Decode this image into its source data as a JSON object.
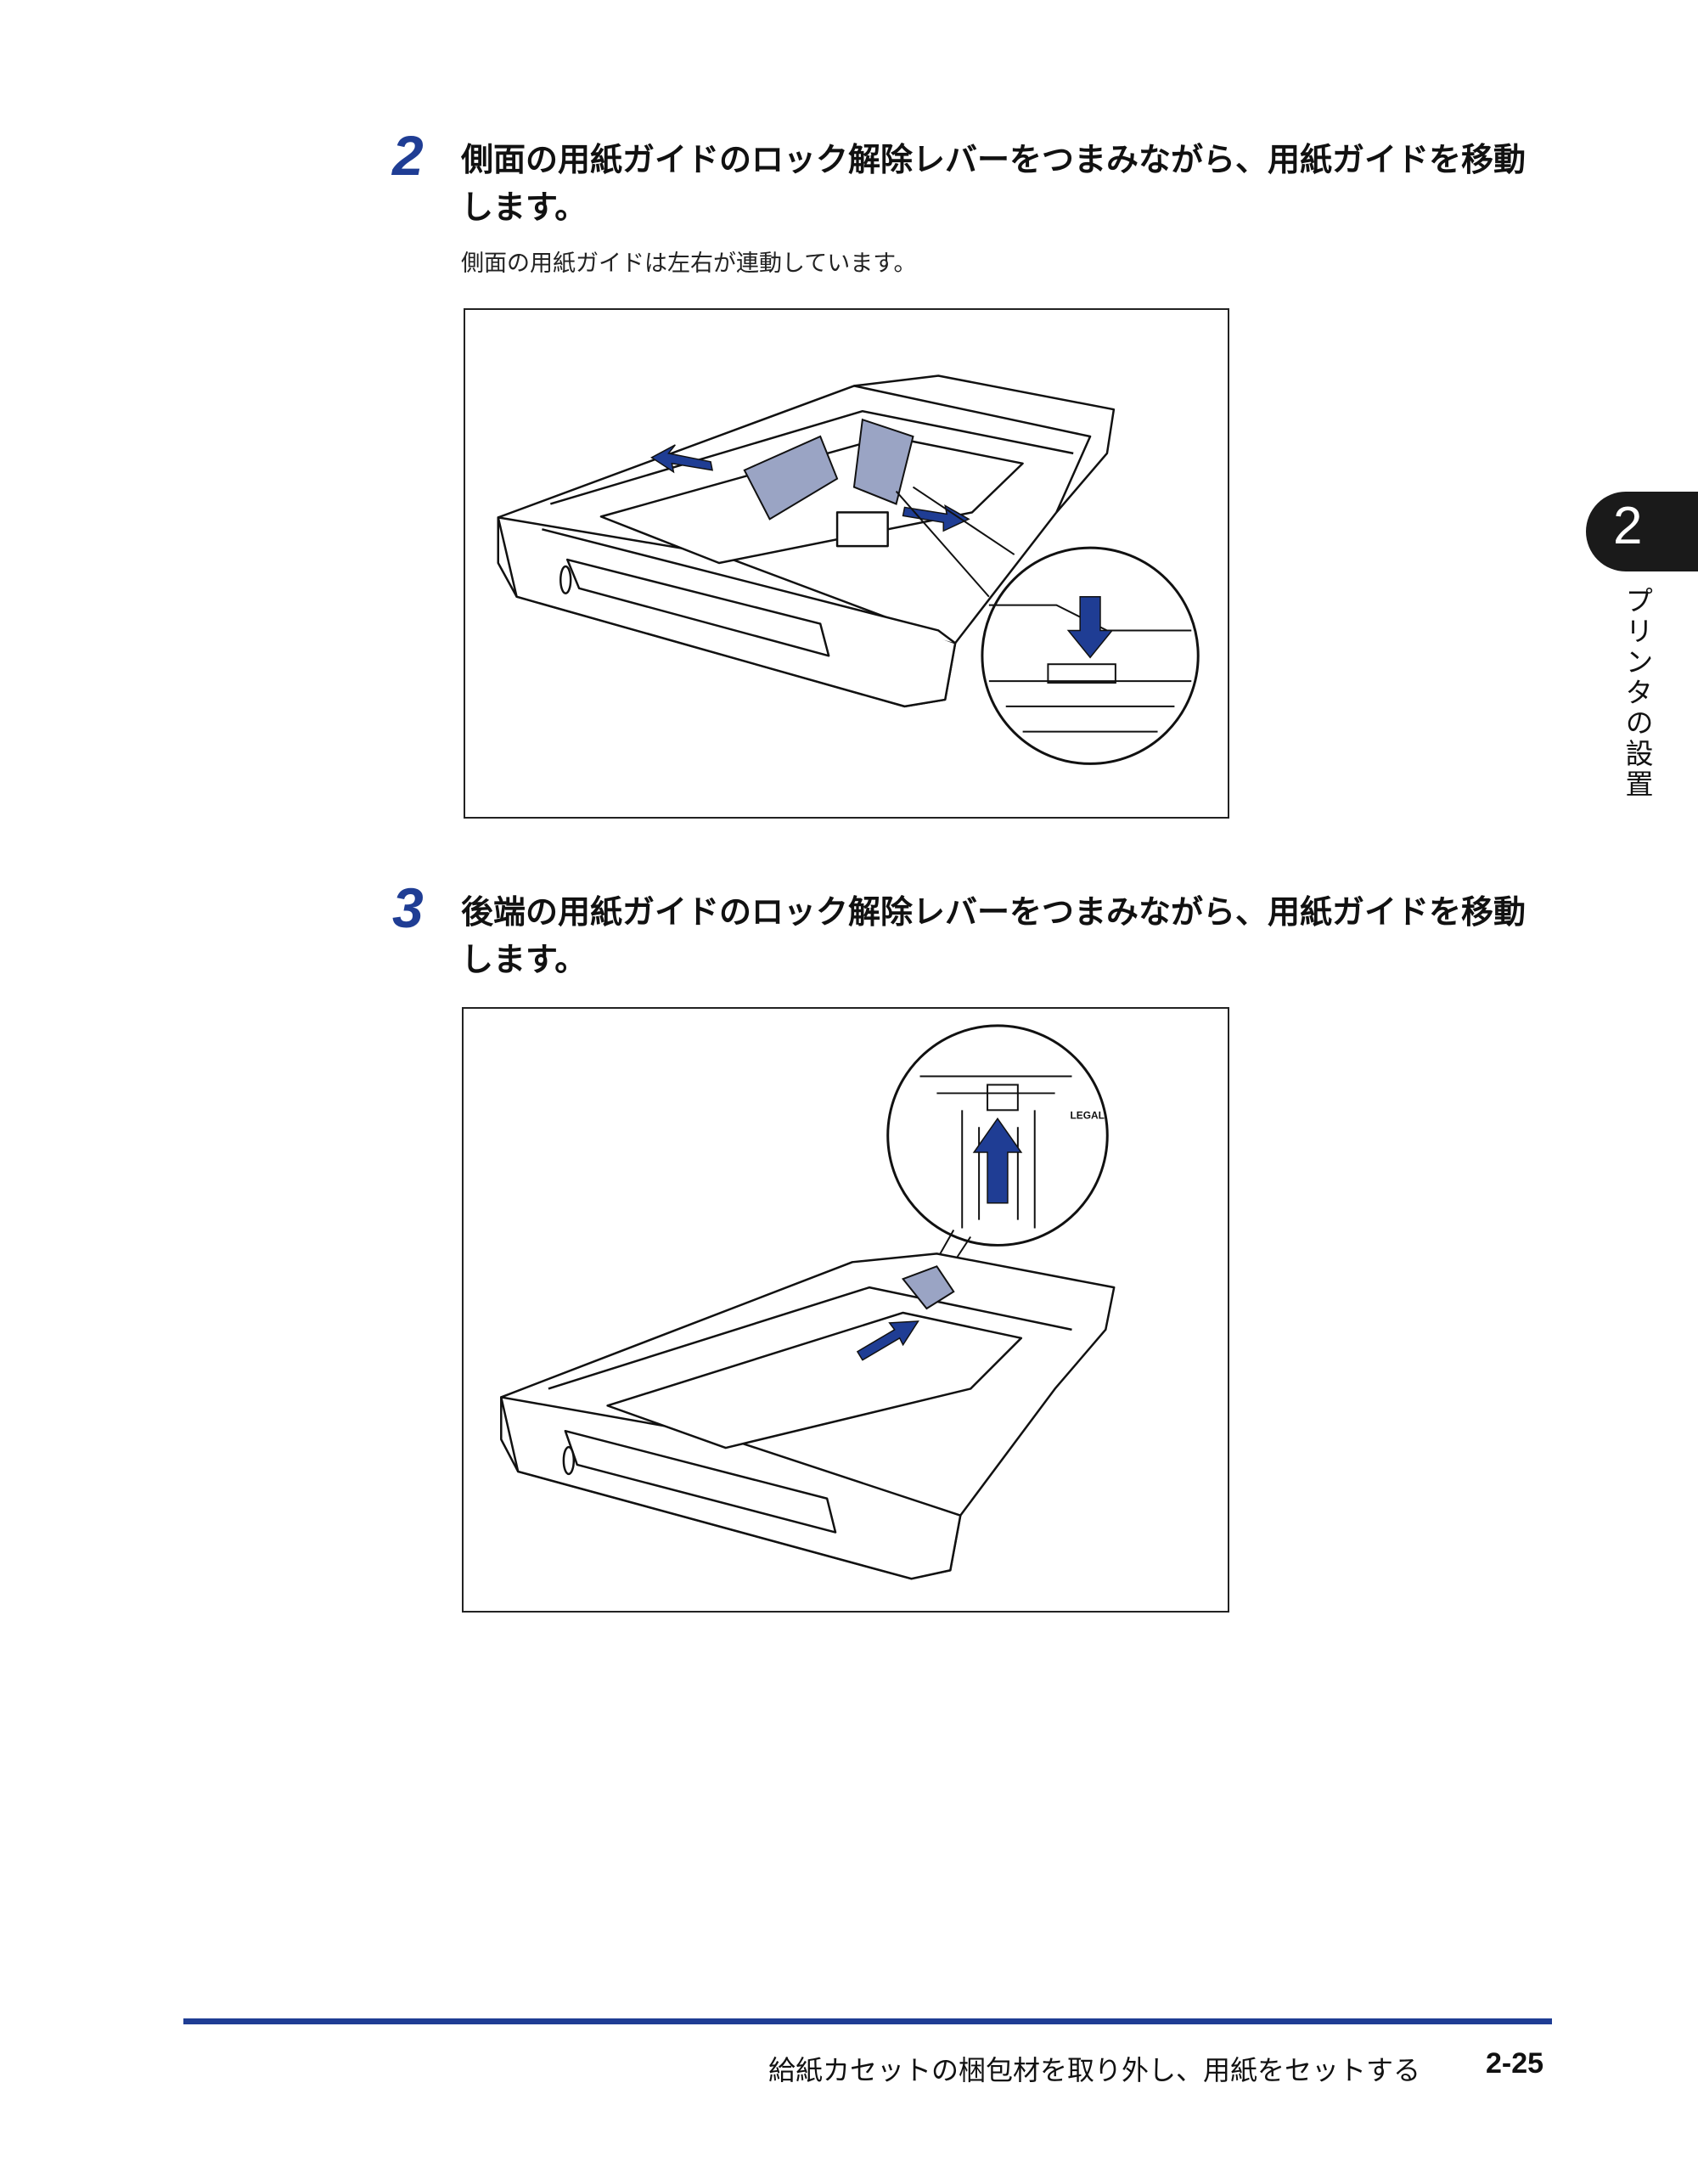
{
  "steps": [
    {
      "number": "2",
      "text": "側面の用紙ガイドのロック解除レバーをつまみながら、用紙ガイドを移動します。",
      "note": "側面の用紙ガイドは左右が連動しています。"
    },
    {
      "number": "3",
      "text": "後端の用紙ガイドのロック解除レバーをつまみながら、用紙ガイドを移動します。"
    }
  ],
  "figure2": {
    "logo_text": "LEGAL"
  },
  "side_tab": {
    "number": "2",
    "label": "プリンタの設置"
  },
  "footer": {
    "title": "給紙カセットの梱包材を取り外し、用紙をセットする",
    "page": "2-25"
  },
  "colors": {
    "accent": "#1f3d94",
    "guide_fill": "#9aa4c4",
    "arrow": "#1f3d94"
  }
}
